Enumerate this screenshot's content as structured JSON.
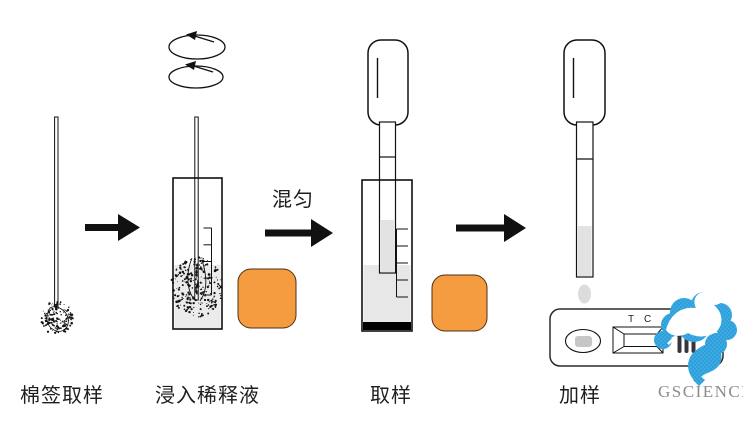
{
  "steps": [
    {
      "id": "swab-sampling",
      "label": "棉签取样"
    },
    {
      "id": "immerse-diluent",
      "label": "浸入稀释液"
    },
    {
      "id": "take-sample",
      "label": "取样"
    },
    {
      "id": "apply-sample",
      "label": "加样"
    }
  ],
  "annotations": {
    "mix": "混匀"
  },
  "cassette": {
    "t_label": "T",
    "c_label": "C"
  },
  "brand": {
    "name": "GSCIENCE"
  },
  "icons": {
    "stir": "rotation-arrows",
    "step_arrow": "right-arrow",
    "droplet": "falling-drop",
    "logo": "blue-dove-halftone"
  },
  "colors": {
    "reagent_orange": "#F59B40",
    "logo_blue": "#2CA0DC",
    "liquid_gray": "#EBEBEB",
    "line_black": "#111111",
    "brand_gray": "#8D8D8D"
  }
}
